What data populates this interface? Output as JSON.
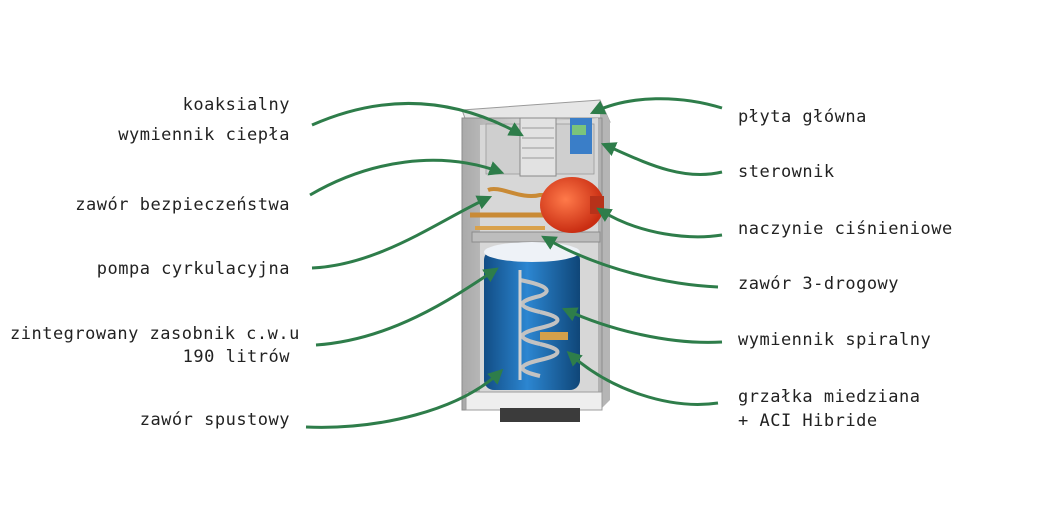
{
  "labels_left": {
    "koaksialny_line1": "koaksialny",
    "koaksialny_line2": "wymiennik ciepła",
    "zawor_bezpieczenstwa": "zawór bezpieczeństwa",
    "pompa": "pompa cyrkulacyjna",
    "zasobnik_line1": "zintegrowany zasobnik c.w.u",
    "zasobnik_line2": "190 litrów",
    "zawor_spustowy": "zawór spustowy"
  },
  "labels_right": {
    "plyta": "płyta główna",
    "sterownik": "sterownik",
    "naczynie": "naczynie ciśnieniowe",
    "zawor3": "zawór 3-drogowy",
    "wymiennik_spiralny": "wymiennik spiralny",
    "grzalka_line1": "grzałka miedziana",
    "grzalka_line2": "+ ACI Hibride"
  },
  "colors": {
    "arrow": "#2e7d4a",
    "casing": "#c9c9c9",
    "tank": "#1f6fb5",
    "vessel": "#e03a1e",
    "coil": "#b8b8b8"
  }
}
